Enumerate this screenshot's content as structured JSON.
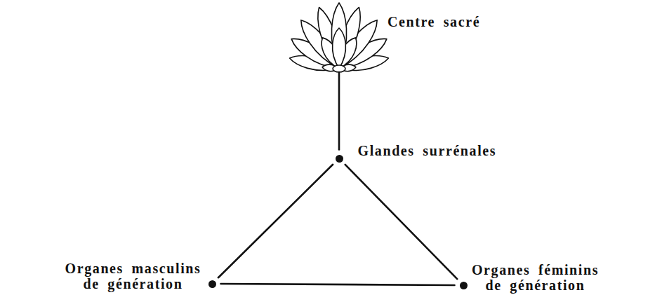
{
  "diagram": {
    "nodes": [
      {
        "text": [
          "Centre sacré"
        ]
      },
      {
        "text": [
          "Glandes surrénales"
        ]
      },
      {
        "text": [
          "Organes masculins de génération"
        ]
      },
      {
        "text": [
          "Organes féminins de génération"
        ]
      }
    ],
    "edges": [
      {
        "from": 0,
        "to": 1,
        "arrow": "none"
      },
      {
        "from": 1,
        "to": 2,
        "arrow": "none"
      },
      {
        "from": 1,
        "to": 3,
        "arrow": "none"
      },
      {
        "from": 2,
        "to": 3,
        "arrow": "none"
      }
    ]
  }
}
